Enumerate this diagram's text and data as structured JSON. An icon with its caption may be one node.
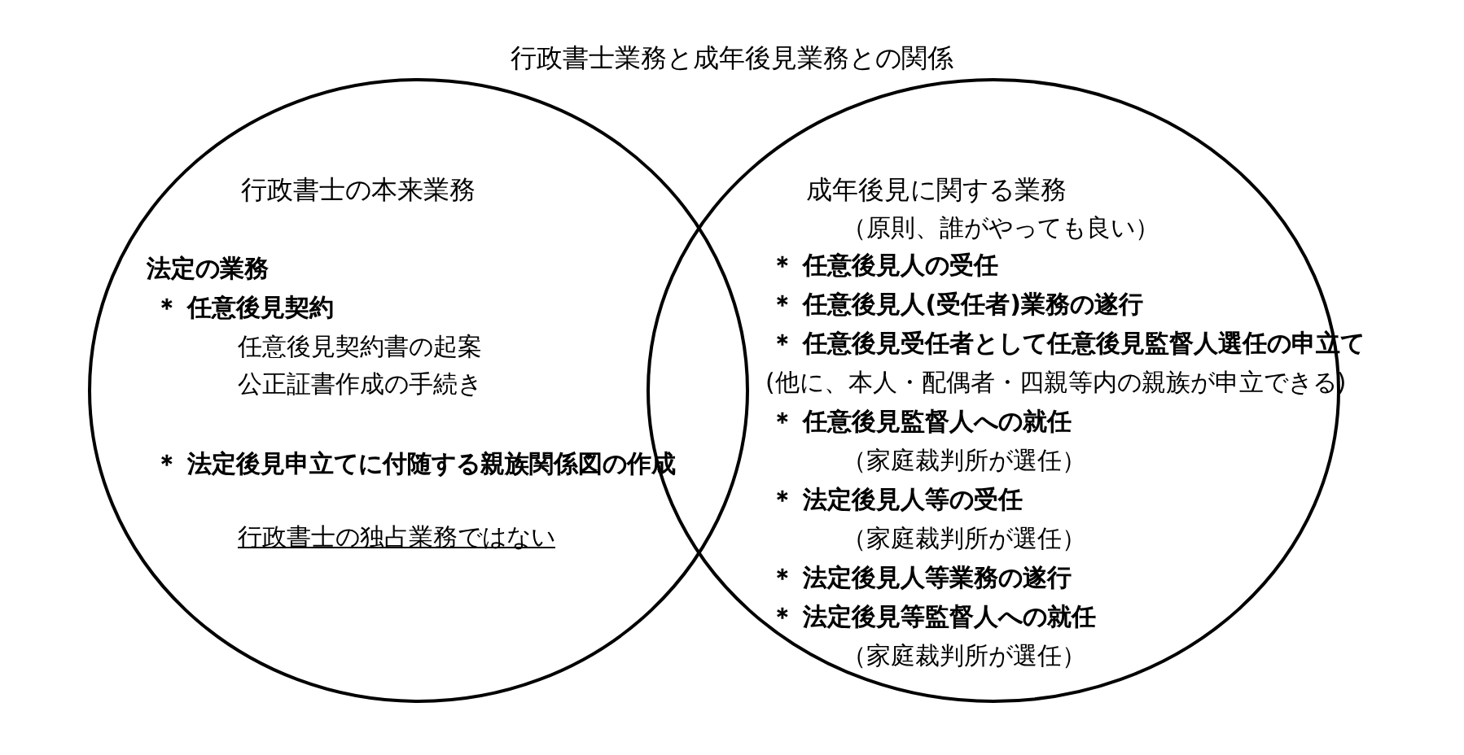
{
  "diagram": {
    "title": "行政書士業務と成年後見業務との関係",
    "nodes": [
      {
        "text": [
          "行政書士の本来業務",
          "法定の業務",
          "＊ 任意後見契約",
          "任意後見契約書の起案",
          "公正証書作成の手続き",
          "＊ 法定後見申立てに付随する親族関係図の作成",
          "行政書士の独占業務ではない"
        ]
      },
      {
        "text": [
          "成年後見に関する業務",
          "（原則、誰がやっても良い）",
          "＊ 任意後見人の受任",
          "＊ 任意後見人(受任者)業務の遂行",
          "＊ 任意後見受任者として任意後見監督人選任の申立て",
          "(他に、本人・配偶者・四親等内の親族が申立できる)",
          "＊ 任意後見監督人への就任",
          "（家庭裁判所が選任）",
          "＊ 法定後見人等の受任",
          "（家庭裁判所が選任）",
          "＊ 法定後見人等業務の遂行",
          "＊ 法定後見等監督人への就任",
          "（家庭裁判所が選任）"
        ]
      }
    ]
  }
}
